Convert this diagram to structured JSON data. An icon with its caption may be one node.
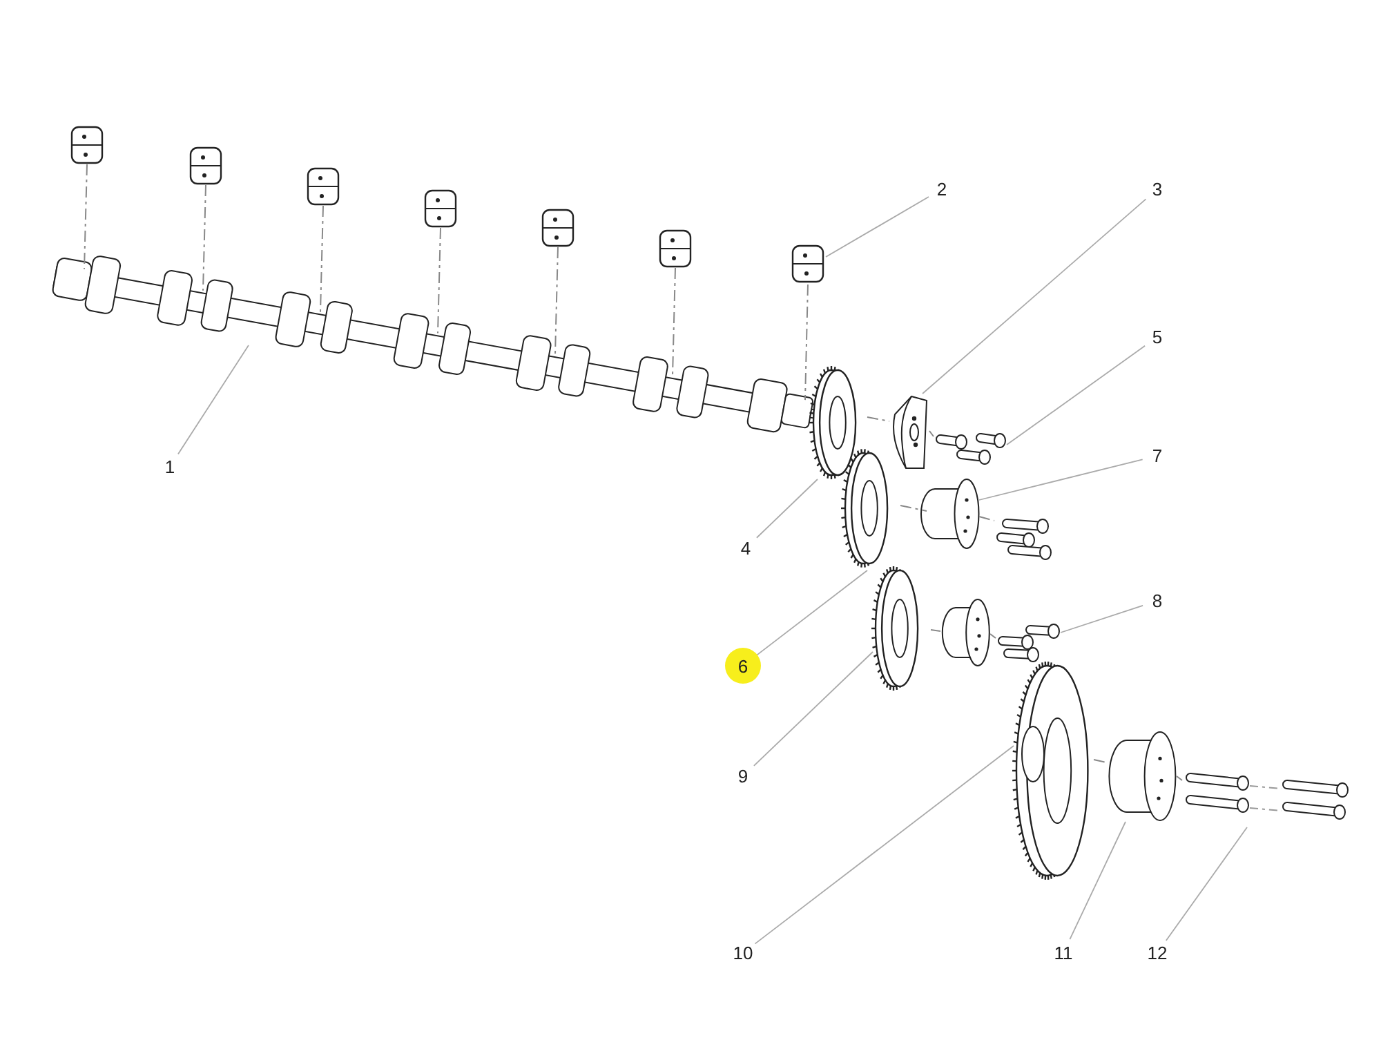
{
  "diagram": {
    "nodes": [
      {
        "text": [
          "1"
        ]
      },
      {
        "text": [
          "2"
        ]
      },
      {
        "text": [
          "3"
        ]
      },
      {
        "text": [
          "4"
        ]
      },
      {
        "text": [
          "5"
        ]
      },
      {
        "text": [
          "6"
        ]
      },
      {
        "text": [
          "7"
        ]
      },
      {
        "text": [
          "8"
        ]
      },
      {
        "text": [
          "9"
        ]
      },
      {
        "text": [
          "10"
        ]
      },
      {
        "text": [
          "11"
        ]
      },
      {
        "text": [
          "12"
        ]
      },
      {
        "text": [],
        "shape": "picture"
      },
      {
        "text": [],
        "shape": "picture"
      },
      {
        "text": [],
        "shape": "picture"
      },
      {
        "text": [],
        "shape": "picture"
      },
      {
        "text": [],
        "shape": "picture"
      },
      {
        "text": [],
        "shape": "picture"
      },
      {
        "text": [],
        "shape": "picture"
      },
      {
        "text": [],
        "shape": "picture"
      },
      {
        "text": [],
        "shape": "picture"
      },
      {
        "text": [],
        "shape": "picture"
      },
      {
        "text": [],
        "shape": "picture"
      },
      {
        "text": [],
        "shape": "picture"
      },
      {
        "text": [],
        "shape": "picture"
      },
      {
        "text": [],
        "shape": "picture"
      },
      {
        "text": [],
        "shape": "picture"
      },
      {
        "text": [],
        "shape": "picture"
      },
      {
        "text": [],
        "shape": "picture"
      },
      {
        "text": [],
        "shape": "picture"
      },
      {
        "text": [],
        "shape": "picture"
      },
      {
        "text": [],
        "shape": "picture"
      }
    ],
    "edges": [
      {
        "from": 0,
        "to": 12,
        "arrow": "none"
      },
      {
        "from": 1,
        "to": 13,
        "arrow": "none"
      },
      {
        "from": 2,
        "to": 14,
        "arrow": "none"
      },
      {
        "from": 3,
        "to": 15,
        "arrow": "none"
      },
      {
        "from": 4,
        "to": 16,
        "arrow": "none"
      },
      {
        "from": 5,
        "to": 17,
        "arrow": "none"
      },
      {
        "from": 6,
        "to": 18,
        "arrow": "none"
      },
      {
        "from": 7,
        "to": 19,
        "arrow": "none"
      },
      {
        "from": 8,
        "to": 20,
        "arrow": "none"
      },
      {
        "from": 9,
        "to": 21,
        "arrow": "none"
      },
      {
        "from": 10,
        "to": 22,
        "arrow": "none"
      },
      {
        "from": 11,
        "to": 23,
        "arrow": "none"
      },
      {
        "from": 24,
        "to": 12,
        "arrow": "none",
        "style": "dashed"
      },
      {
        "from": 25,
        "to": 12,
        "arrow": "none",
        "style": "dashed"
      },
      {
        "from": 26,
        "to": 12,
        "arrow": "none",
        "style": "dashed"
      },
      {
        "from": 27,
        "to": 12,
        "arrow": "none",
        "style": "dashed"
      },
      {
        "from": 28,
        "to": 12,
        "arrow": "none",
        "style": "dashed"
      },
      {
        "from": 29,
        "to": 12,
        "arrow": "none",
        "style": "dashed"
      },
      {
        "from": 13,
        "to": 12,
        "arrow": "none",
        "style": "dashed"
      },
      {
        "from": 15,
        "to": 14,
        "arrow": "none",
        "style": "dashed"
      },
      {
        "from": 14,
        "to": 16,
        "arrow": "none",
        "style": "dashed"
      },
      {
        "from": 17,
        "to": 18,
        "arrow": "none",
        "style": "dashed"
      },
      {
        "from": 18,
        "to": 30,
        "arrow": "none",
        "style": "dashed"
      },
      {
        "from": 20,
        "to": 31,
        "arrow": "none",
        "style": "dashed"
      },
      {
        "from": 31,
        "to": 19,
        "arrow": "none",
        "style": "dashed"
      },
      {
        "from": 21,
        "to": 22,
        "arrow": "none",
        "style": "dashed"
      },
      {
        "from": 22,
        "to": 23,
        "arrow": "none",
        "style": "dashed"
      }
    ]
  }
}
